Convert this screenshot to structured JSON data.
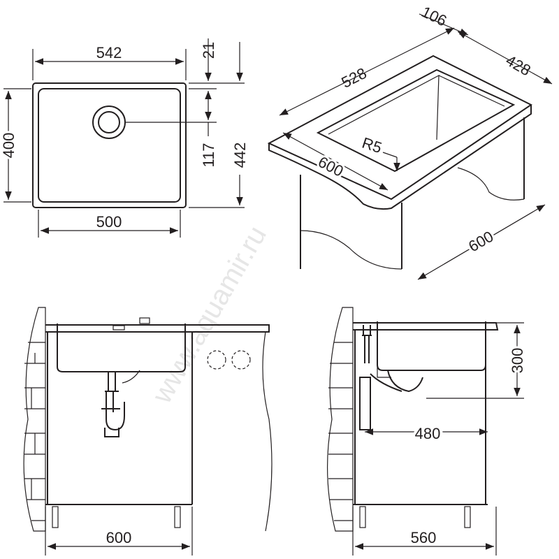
{
  "watermark": "www.aquamir.ru",
  "top_view": {
    "width_outer": "542",
    "width_inner": "500",
    "height_inner": "400",
    "rim": "21",
    "drain_offset": "117",
    "height_outer": "442"
  },
  "iso_view": {
    "depth_cutout": "106",
    "length": "528",
    "width": "428",
    "radius": "R5",
    "counter_depth": "600",
    "cabinet_width": "600"
  },
  "front_view": {
    "cabinet_width": "600"
  },
  "side_view": {
    "depth": "300",
    "drain_distance": "480",
    "cabinet_depth": "560"
  }
}
